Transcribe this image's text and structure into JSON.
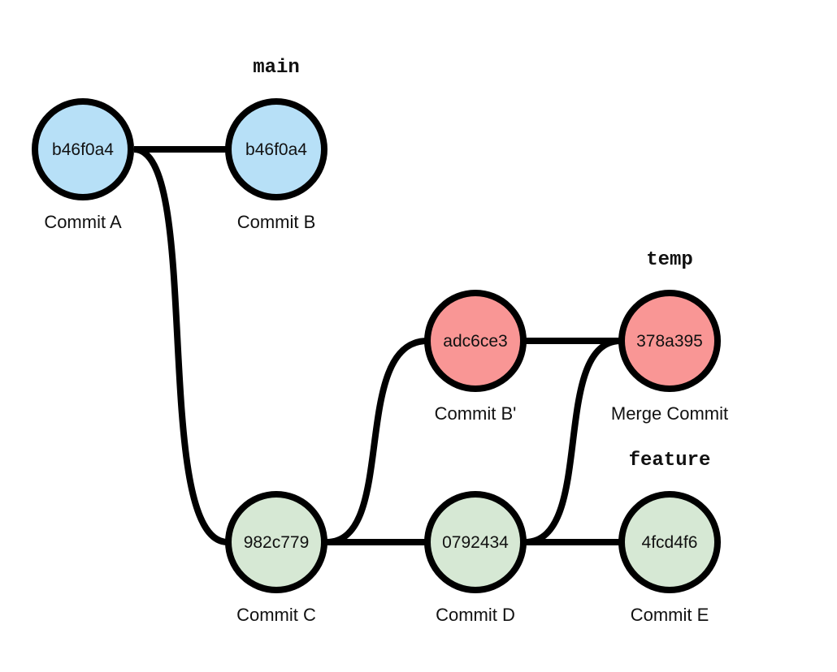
{
  "colors": {
    "main": "#b7e0f7",
    "temp": "#f99695",
    "feature": "#d6e8d4",
    "stroke": "#000000"
  },
  "branches": {
    "main": "main",
    "temp": "temp",
    "feature": "feature"
  },
  "commits": {
    "a": {
      "hash": "b46f0a4",
      "label": "Commit A",
      "branch": "main"
    },
    "b": {
      "hash": "b46f0a4",
      "label": "Commit B",
      "branch": "main"
    },
    "c": {
      "hash": "982c779",
      "label": "Commit C",
      "branch": "feature"
    },
    "d": {
      "hash": "0792434",
      "label": "Commit D",
      "branch": "feature"
    },
    "e": {
      "hash": "4fcd4f6",
      "label": "Commit E",
      "branch": "feature"
    },
    "bprime": {
      "hash": "adc6ce3",
      "label": "Commit B'",
      "branch": "temp"
    },
    "merge": {
      "hash": "378a395",
      "label": "Merge Commit",
      "branch": "temp"
    }
  },
  "edges": [
    [
      "a",
      "b"
    ],
    [
      "a",
      "c"
    ],
    [
      "c",
      "d"
    ],
    [
      "c",
      "bprime"
    ],
    [
      "bprime",
      "merge"
    ],
    [
      "d",
      "merge"
    ],
    [
      "d",
      "e"
    ]
  ]
}
